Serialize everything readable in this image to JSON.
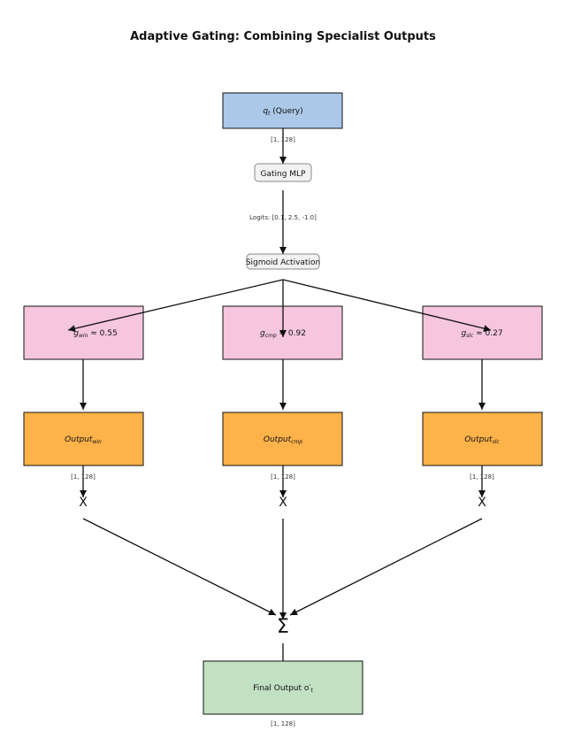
{
  "title": "Adaptive Gating: Combining Specialist Outputs",
  "query": {
    "main": "q",
    "sub": "t",
    "suffix": " (Query)",
    "shape": "[1, 128]"
  },
  "gating_mlp": {
    "label": "Gating MLP",
    "logits": "Logits: [0.1, 2.5, -1.0]"
  },
  "sigmoid": {
    "label": "Sigmoid Activation"
  },
  "gates": [
    {
      "sym": "g",
      "sub": "win",
      "value": " ≈ 0.55"
    },
    {
      "sym": "g",
      "sub": "cmp",
      "value": " ≈ 0.92"
    },
    {
      "sym": "g",
      "sub": "slc",
      "value": " ≈ 0.27"
    }
  ],
  "outputs": [
    {
      "main": "Output",
      "sub": "win",
      "shape": "[1, 128]"
    },
    {
      "main": "Output",
      "sub": "cmp",
      "shape": "[1, 128]"
    },
    {
      "main": "Output",
      "sub": "slc",
      "shape": "[1, 128]"
    }
  ],
  "multiply_symbol": "X",
  "sum_symbol": "Σ",
  "final": {
    "main": "Final Output o′",
    "sub": "t",
    "shape": "[1, 128]"
  },
  "colors": {
    "query_fill": "#abc8e8",
    "gate_fill": "#f5c6de",
    "output_fill": "#fdb24a",
    "final_fill": "#c2e0c2",
    "rounded_fill": "#f2f2f2",
    "stroke": "#111111"
  }
}
